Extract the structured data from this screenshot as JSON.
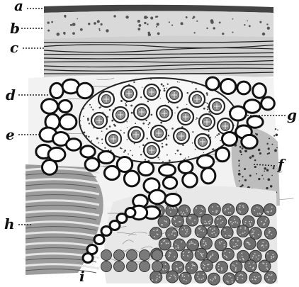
{
  "figure": {
    "labels": {
      "a": "a",
      "b": "b",
      "c": "c",
      "d": "d",
      "e": "e",
      "f": "f",
      "g": "g",
      "h": "h",
      "i": "i"
    }
  }
}
